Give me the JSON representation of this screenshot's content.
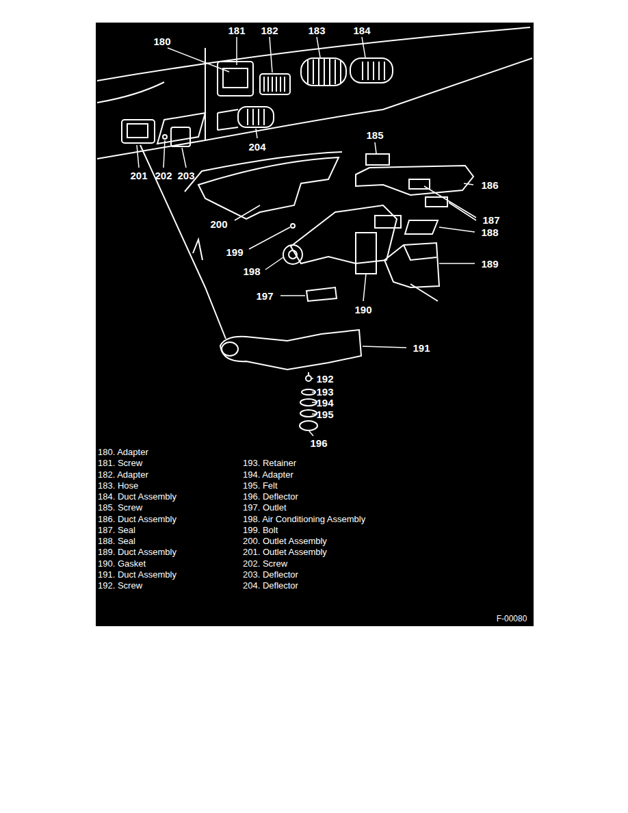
{
  "diagram": {
    "labels": [
      "180",
      "181",
      "182",
      "183",
      "184",
      "185",
      "186",
      "187",
      "188",
      "189",
      "190",
      "191",
      "192",
      "193",
      "194",
      "195",
      "196",
      "197",
      "198",
      "199",
      "200",
      "201",
      "202",
      "203",
      "204",
      "180. Adapter",
      "181. Screw",
      "182. Adapter",
      "183. Hose",
      "184. Duct Assembly",
      "185. Screw",
      "186. Duct Assembly",
      "187. Seal",
      "188. Seal",
      "189. Duct Assembly",
      "190. Gasket",
      "191. Duct Assembly",
      "192. Screw",
      "193. Retainer",
      "194. Adapter",
      "195. Felt",
      "196. Deflector",
      "197. Outlet",
      "198. Air Conditioning Assembly",
      "199. Bolt",
      "200. Outlet Assembly",
      "201. Outlet Assembly",
      "202. Screw",
      "203. Deflector",
      "204. Deflector",
      "F-00080"
    ]
  }
}
